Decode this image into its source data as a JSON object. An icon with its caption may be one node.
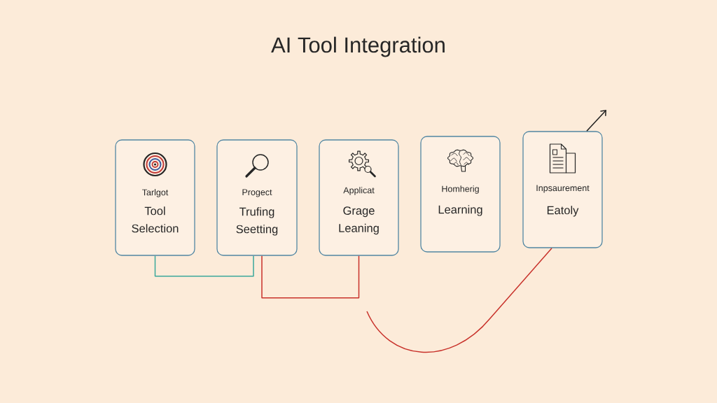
{
  "diagram": {
    "title": "AI Tool Integration",
    "nodes": [
      {
        "text": [
          "Tarlgot",
          "Tool Selection"
        ]
      },
      {
        "text": [
          "Progect",
          "Trufing Seetting"
        ]
      },
      {
        "text": [
          "Applicat",
          "Grage Leaning"
        ]
      },
      {
        "text": [
          "Homherig",
          "Learning"
        ]
      },
      {
        "text": [
          "Inpsaurement",
          "Eatoly"
        ]
      }
    ],
    "edges": [
      {
        "from": 0,
        "to": 1,
        "arrow": "none",
        "color": "#3aa89b"
      },
      {
        "from": 1,
        "to": 2,
        "arrow": "none"
      },
      {
        "from": null,
        "to": 4,
        "arrow": "none"
      },
      {
        "from": 4,
        "to": null,
        "arrow": "to",
        "color": "#1e1e1e"
      }
    ]
  }
}
